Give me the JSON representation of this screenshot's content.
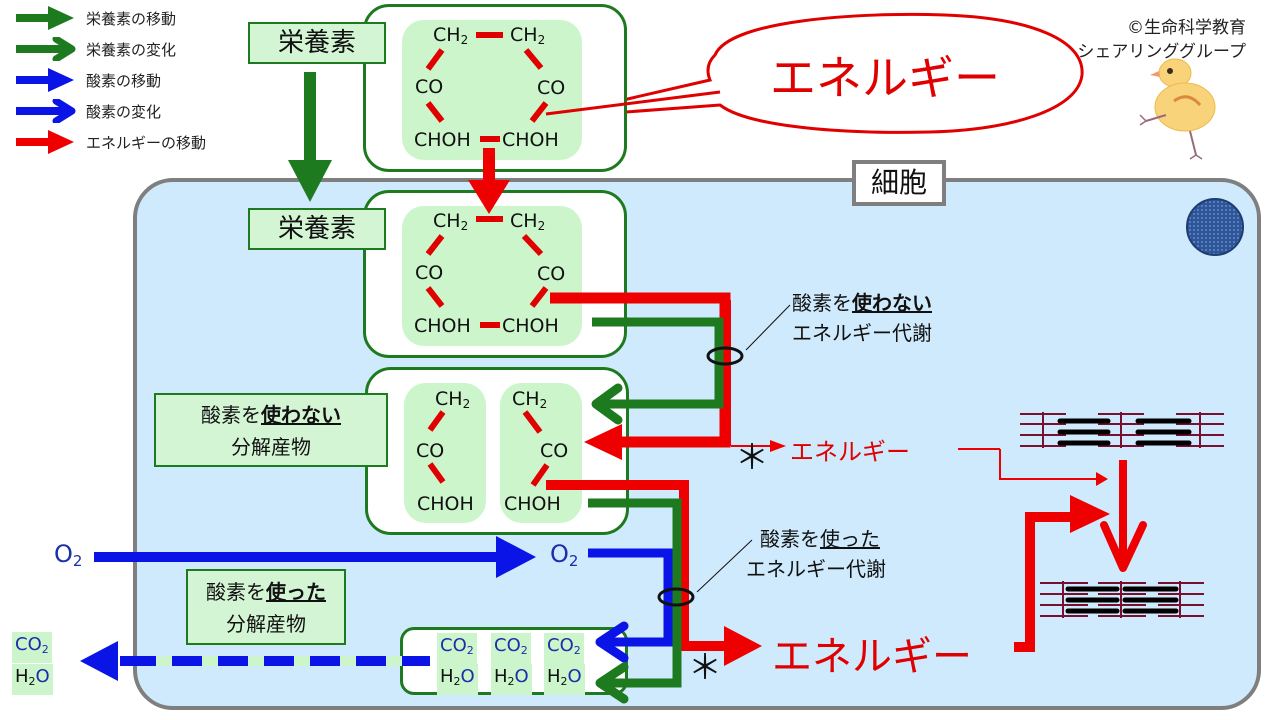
{
  "legend": [
    {
      "label": "栄養素の移動",
      "color": "#1e7a1e",
      "style": "solid-arrow"
    },
    {
      "label": "栄養素の変化",
      "color": "#1e7a1e",
      "style": "open-arrow"
    },
    {
      "label": "酸素の移動",
      "color": "#0a14e6",
      "style": "solid-arrow"
    },
    {
      "label": "酸素の変化",
      "color": "#0a14e6",
      "style": "open-arrow"
    },
    {
      "label": "エネルギーの移動",
      "color": "#ee0000",
      "style": "solid-arrow"
    }
  ],
  "copyright": {
    "line1": "©生命科学教育",
    "line2": "シェアリンググループ"
  },
  "speech_bubble": {
    "text": "エネルギー"
  },
  "cell": {
    "title": "細胞"
  },
  "nutrient_outside": {
    "label": "栄養素"
  },
  "nutrient_inside": {
    "label": "栄養素"
  },
  "molecule_top": {
    "atoms": [
      "CH2",
      "CH2",
      "CO",
      "CO",
      "CHOH",
      "CHOH"
    ]
  },
  "molecule_mid": {
    "atoms": [
      "CH2",
      "CH2",
      "CO",
      "CO",
      "CHOH",
      "CHOH"
    ]
  },
  "anaerobic_products": {
    "label_line1_prefix": "酸素を",
    "label_line1_bold": "使わない",
    "label_line2": "分解産物",
    "left_fragment": [
      "CH2",
      "CO",
      "CHOH"
    ],
    "right_fragment": [
      "CH2",
      "CO",
      "CHOH"
    ]
  },
  "aerobic_products": {
    "label_line1_prefix": "酸素を",
    "label_line1_bold": "使った",
    "label_line2": "分解産物",
    "co2_items": [
      "CO2",
      "CO2",
      "CO2"
    ],
    "h2o_items": [
      "H2O",
      "H2O",
      "H2O"
    ]
  },
  "oxygen": {
    "outside": "O2",
    "inside": "O2"
  },
  "outputs": {
    "co2": "CO2",
    "h2o": "H2O"
  },
  "anaerobic_metabolism": {
    "prefix": "酸素を",
    "bold": "使わない",
    "line2": "エネルギー代謝"
  },
  "aerobic_metabolism": {
    "prefix": "酸素を",
    "underlined": "使った",
    "line2": "エネルギー代謝"
  },
  "energy_small": {
    "asterisk": "＊",
    "text": "エネルギー"
  },
  "energy_large": {
    "asterisk": "＊",
    "text": "エネルギー"
  },
  "colors": {
    "nutrient": "#1e7a1e",
    "oxygen": "#0a14e6",
    "energy": "#ee0000",
    "cell_fill": "#cfeafc",
    "cell_border": "#7f7f7f",
    "muscle_line": "#7a1030"
  }
}
